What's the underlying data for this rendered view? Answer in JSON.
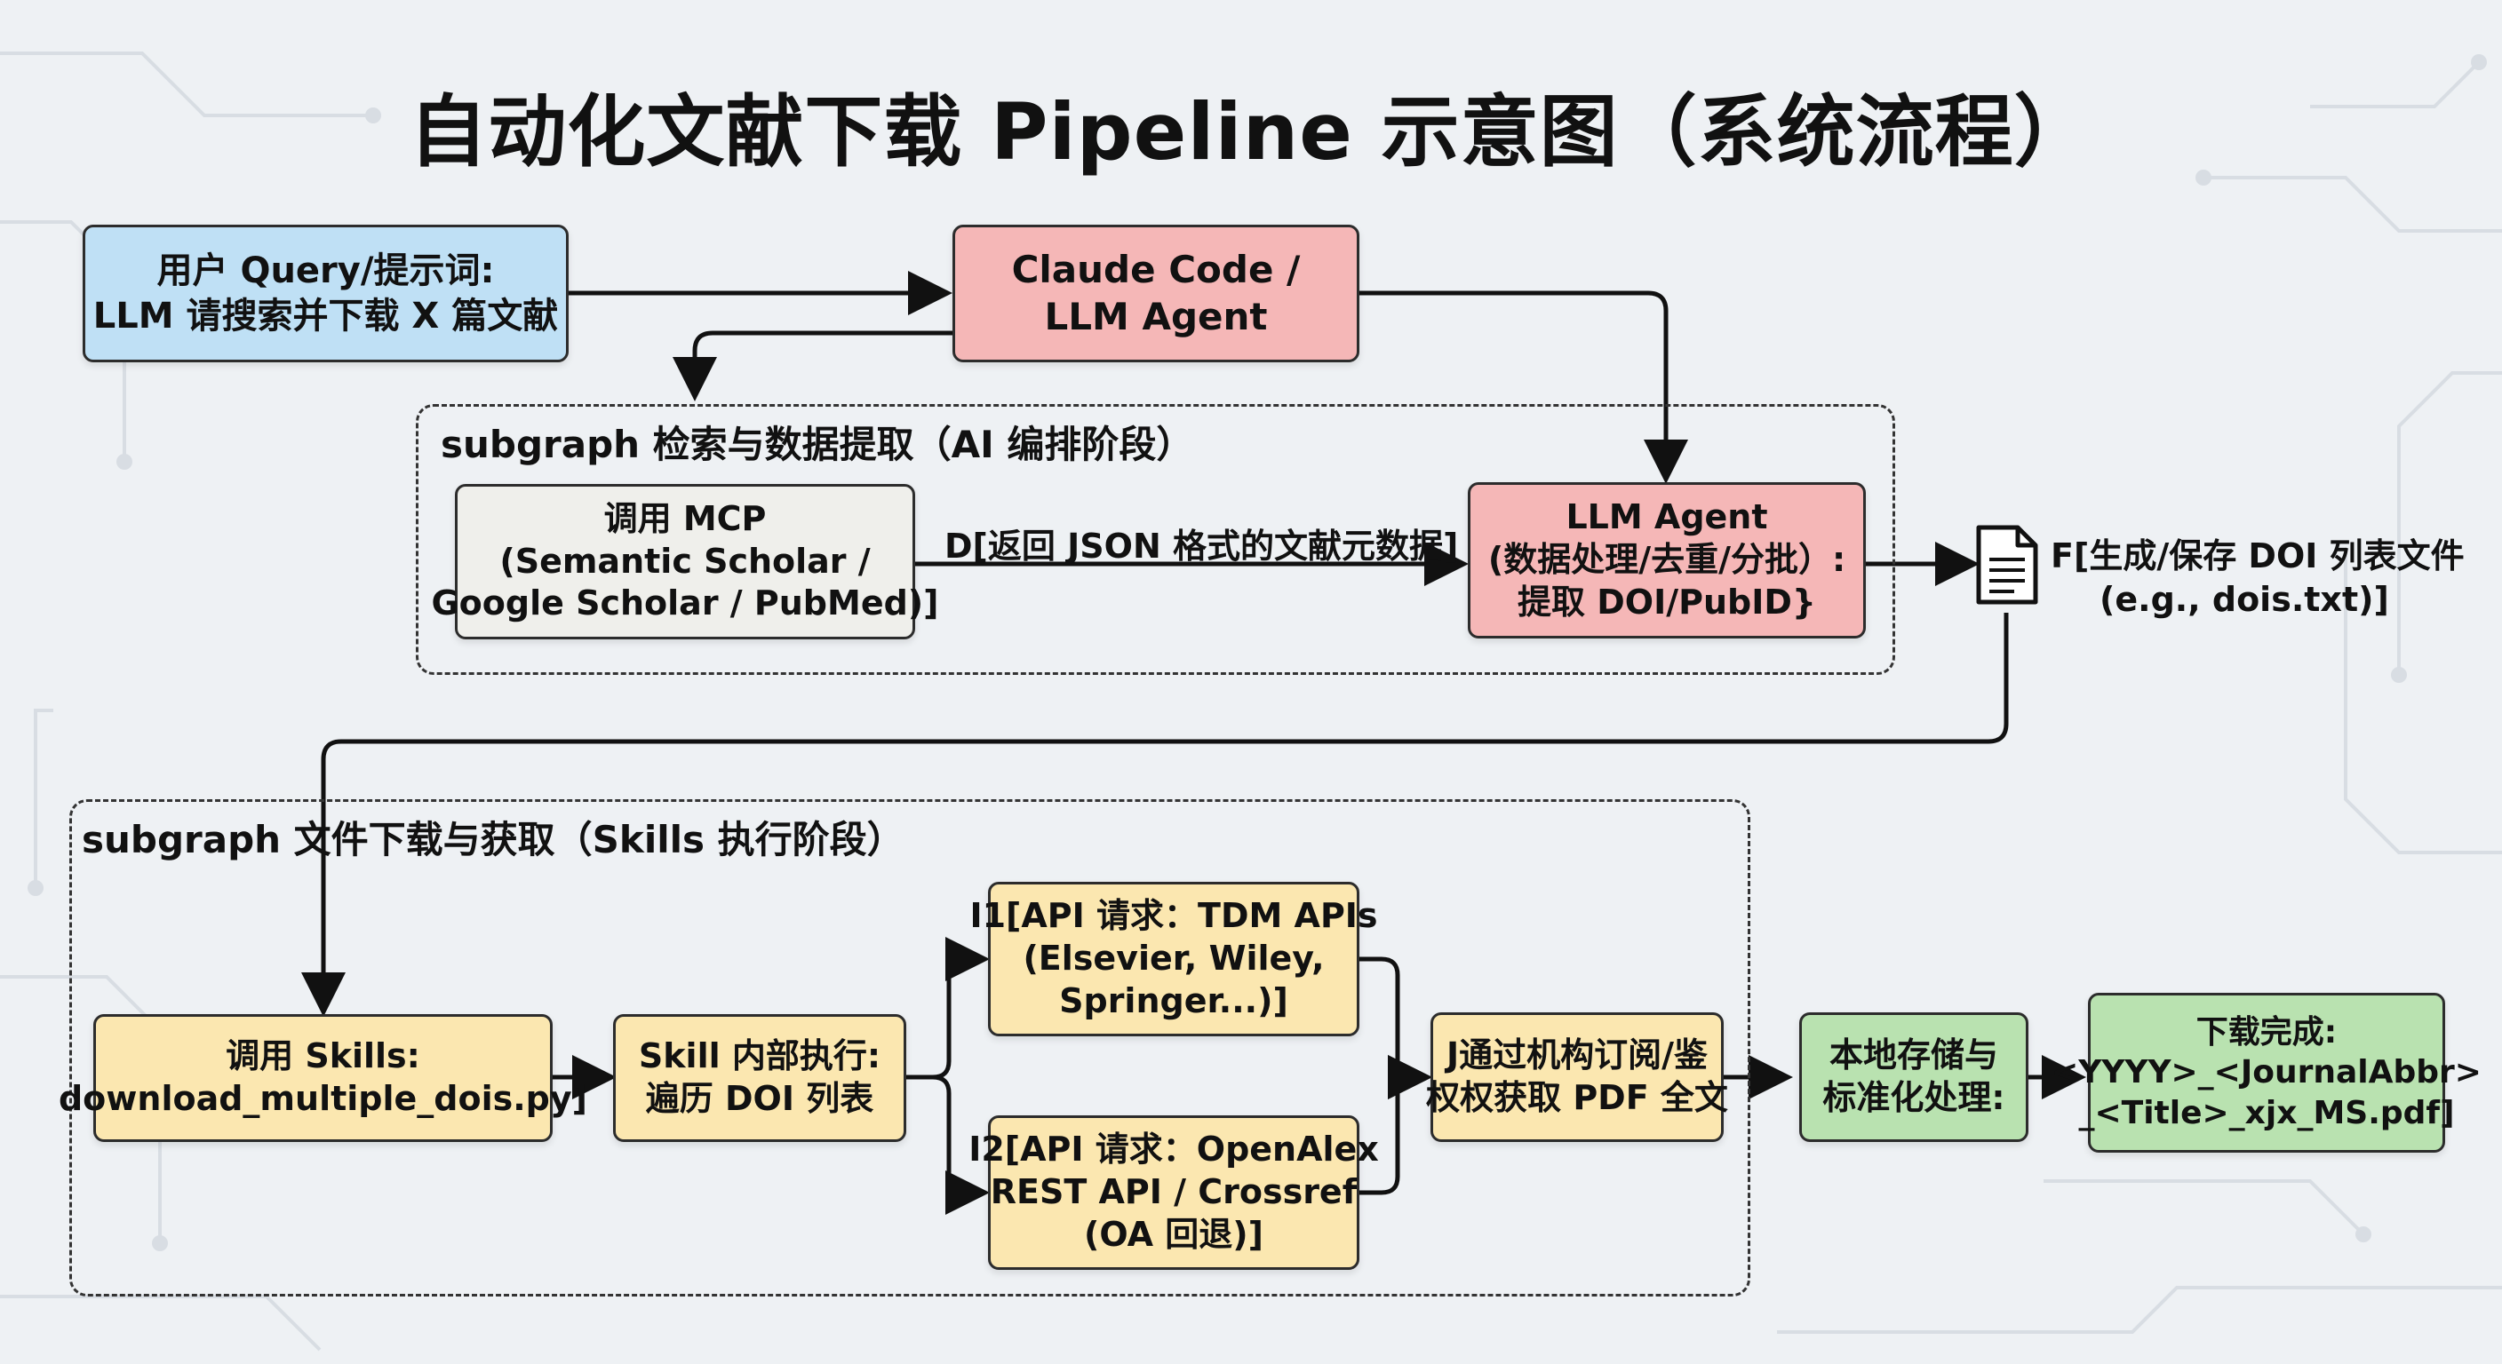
{
  "title": "自动化文献下载 Pipeline 示意图（系统流程）",
  "nodes": {
    "user_query": {
      "line1": "用户 Query/提示词:",
      "line2": "LLM 请搜索并下载 X 篇文献"
    },
    "claude": {
      "line1": "Claude Code /",
      "line2": "LLM Agent"
    },
    "mcp": {
      "line1": "调用 MCP",
      "line2": "(Semantic Scholar /",
      "line3": "Google Scholar / PubMed)]"
    },
    "llm_agent": {
      "line1": "LLM Agent",
      "line2": "(数据处理/去重/分批）:",
      "line3": "提取 DOI/PubID}"
    },
    "file_output": {
      "line1": "F[生成/保存 DOI 列表文件",
      "line2": "(e.g., dois.txt)]"
    },
    "skills": {
      "line1": "调用 Skills:",
      "line2": "download_multiple_dois.py]"
    },
    "skill_exec": {
      "line1": "Skill 内部执行:",
      "line2": "遍历 DOI 列表"
    },
    "i1": {
      "line1": "I1[API 请求：TDM APIs",
      "line2": "(Elsevier, Wiley,",
      "line3": "Springer...)]"
    },
    "i2": {
      "line1": "I2[API 请求：OpenAlex",
      "line2": "REST API / Crossref",
      "line3": "(OA 回退)]"
    },
    "j": {
      "line1": "J通过机构订阅/鉴",
      "line2": "权权获取 PDF 全文"
    },
    "local": {
      "line1": "本地存储与",
      "line2": "标准化处理:"
    },
    "done": {
      "line1": "下载完成:",
      "line2": "<YYYY>_<JournalAbbr>",
      "line3": "_<Title>_xjx_MS.pdf]"
    }
  },
  "subgraphs": {
    "retrieval": "subgraph 检索与数据提取（AI 编排阶段）",
    "download": "subgraph 文件下载与获取（Skills 执行阶段）"
  },
  "edge_labels": {
    "mcp_to_agent": "D[返回 JSON 格式的文献元数据]"
  },
  "icons": {
    "file": "document-icon"
  },
  "colors": {
    "blue": "#bfe0f5",
    "pink": "#f5b7b7",
    "gray": "#efefeb",
    "yellow": "#fbe7b0",
    "green": "#b9e2b0",
    "line": "#111111"
  }
}
